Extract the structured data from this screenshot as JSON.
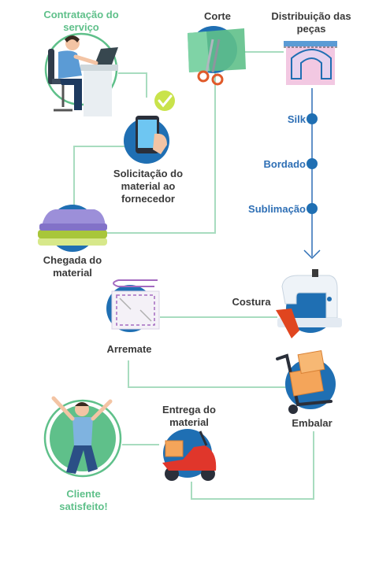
{
  "flow": {
    "contratacao": "Contratação do serviço",
    "corte": "Corte",
    "distribuicao": "Distribuição das peças",
    "silk": "Silk",
    "bordado": "Bordado",
    "sublimacao": "Sublimação",
    "solicitacao": "Solicitação do material ao fornecedor",
    "chegada": "Chegada do material",
    "costura": "Costura",
    "arremate": "Arremate",
    "embalar": "Embalar",
    "entrega": "Entrega do material",
    "cliente": "Cliente satisfeito!"
  },
  "colors": {
    "line": "#a8dcbf",
    "circle_blue": "#1f6fb3",
    "circle_green": "#5fc08a",
    "accent_green": "#5fc08a",
    "accent_blue": "#2e6fb5"
  }
}
